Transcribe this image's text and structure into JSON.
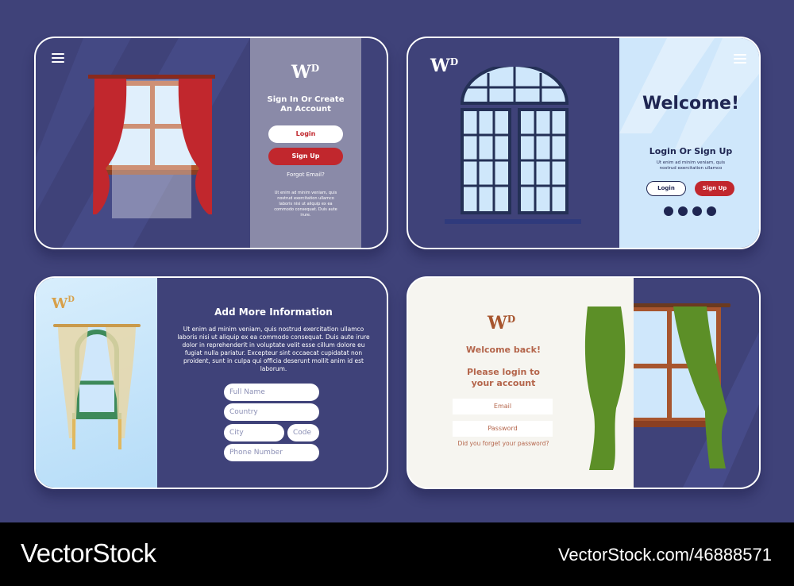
{
  "colors": {
    "background": "#3f4279",
    "accent_red": "#c1272d",
    "panel_gray": "#8a8aa8",
    "light_blue": "#cfe7fb",
    "brown_text": "#b4654b",
    "cream": "#f6f5f0",
    "curtain_green": "#5c8f27"
  },
  "card1": {
    "logo_big": "W",
    "logo_small": "D",
    "title": "Sign In Or Create An Account",
    "login_label": "Login",
    "signup_label": "Sign Up",
    "forgot_label": "Forgot Email?",
    "body": "Ut enim ad minim veniam, quis nostrud exercitation ullamco laboris nisi ut aliquip ex ea commodo consequat. Duis aute irure."
  },
  "card2": {
    "logo_big": "W",
    "logo_small": "D",
    "welcome": "Welcome!",
    "subtitle": "Login Or Sign Up",
    "body": "Ut enim ad minim veniam, quis nostrud exercitation ullamco",
    "login_label": "Login",
    "signup_label": "Sign Up"
  },
  "card3": {
    "logo_big": "W",
    "logo_small": "D",
    "title": "Add More Information",
    "body": "Ut enim ad minim veniam, quis nostrud exercitation ullamco laboris nisi ut aliquip ex ea commodo consequat. Duis aute irure dolor in reprehenderit in voluptate velit esse cillum dolore eu fugiat nulla pariatur. Excepteur sint occaecat cupidatat non proident, sunt in culpa qui officia deserunt mollit anim id est laborum.",
    "full_name_placeholder": "Full Name",
    "country_placeholder": "Country",
    "city_placeholder": "City",
    "code_placeholder": "Code",
    "phone_placeholder": "Phone Number"
  },
  "card4": {
    "logo_big": "W",
    "logo_small": "D",
    "welcome_back": "Welcome back!",
    "please_login": "Please login to your account",
    "email_placeholder": "Email",
    "password_placeholder": "Password",
    "forgot_password": "Did you forget your password?"
  },
  "footer": {
    "brand_left": "VectorStock",
    "brand_right": "VectorStock.com/46888571"
  }
}
